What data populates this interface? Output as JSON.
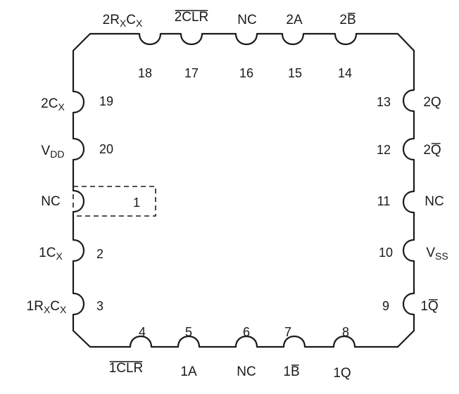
{
  "package": {
    "pin1_marker": "1"
  },
  "pins": [
    {
      "number": "1",
      "parts": [
        {
          "t": "NC"
        }
      ]
    },
    {
      "number": "2",
      "parts": [
        {
          "t": "1C"
        },
        {
          "t": "X",
          "sub": true
        }
      ]
    },
    {
      "number": "3",
      "parts": [
        {
          "t": "1R"
        },
        {
          "t": "X",
          "sub": true
        },
        {
          "t": "C"
        },
        {
          "t": "X",
          "sub": true
        }
      ]
    },
    {
      "number": "4",
      "parts": [
        {
          "t": "1CLR"
        }
      ],
      "overbar": true
    },
    {
      "number": "5",
      "parts": [
        {
          "t": "1A"
        }
      ]
    },
    {
      "number": "6",
      "parts": [
        {
          "t": "NC"
        }
      ]
    },
    {
      "number": "7",
      "parts": [
        {
          "t": "1"
        },
        {
          "t": "B",
          "bar": true
        }
      ]
    },
    {
      "number": "8",
      "parts": [
        {
          "t": "1Q"
        }
      ]
    },
    {
      "number": "9",
      "parts": [
        {
          "t": "1"
        },
        {
          "t": "Q",
          "bar": true
        }
      ]
    },
    {
      "number": "10",
      "parts": [
        {
          "t": "V"
        },
        {
          "t": "SS",
          "sub": true
        }
      ]
    },
    {
      "number": "11",
      "parts": [
        {
          "t": "NC"
        }
      ]
    },
    {
      "number": "12",
      "parts": [
        {
          "t": "2"
        },
        {
          "t": "Q",
          "bar": true
        }
      ]
    },
    {
      "number": "13",
      "parts": [
        {
          "t": "2Q"
        }
      ]
    },
    {
      "number": "14",
      "parts": [
        {
          "t": "2"
        },
        {
          "t": "B",
          "bar": true
        }
      ]
    },
    {
      "number": "15",
      "parts": [
        {
          "t": "2A"
        }
      ]
    },
    {
      "number": "16",
      "parts": [
        {
          "t": "NC"
        }
      ]
    },
    {
      "number": "17",
      "parts": [
        {
          "t": "2CLR"
        }
      ],
      "overbar": true
    },
    {
      "number": "18",
      "parts": [
        {
          "t": "2R"
        },
        {
          "t": "X",
          "sub": true
        },
        {
          "t": "C"
        },
        {
          "t": "X",
          "sub": true
        }
      ]
    },
    {
      "number": "19",
      "parts": [
        {
          "t": "2C"
        },
        {
          "t": "X",
          "sub": true
        }
      ]
    },
    {
      "number": "20",
      "parts": [
        {
          "t": "V"
        },
        {
          "t": "DD",
          "sub": true
        }
      ]
    }
  ],
  "colors": {
    "ink": "#1a1a1a",
    "background": "#ffffff"
  }
}
